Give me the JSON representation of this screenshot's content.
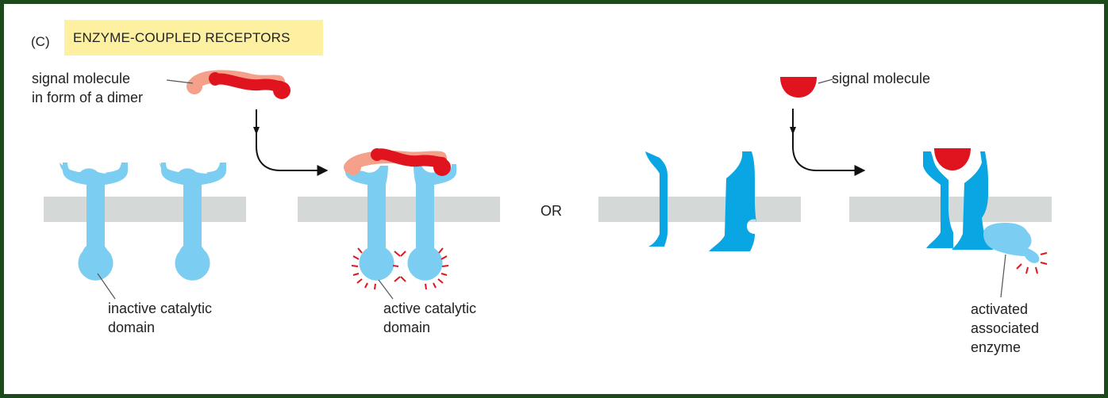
{
  "panel": {
    "letter": "(C)",
    "title": "ENZYME-COUPLED RECEPTORS"
  },
  "labels": {
    "signal_dimer": [
      "signal molecule",
      "in form of a dimer"
    ],
    "signal_molecule": "signal molecule",
    "inactive_domain": [
      "inactive catalytic",
      "domain"
    ],
    "active_domain": [
      "active catalytic",
      "domain"
    ],
    "or": "OR",
    "activated_enzyme": [
      "activated",
      "associated",
      "enzyme"
    ]
  },
  "colors": {
    "receptor_light": "#7ccdf2",
    "receptor_dark": "#0aa6e3",
    "signal_red": "#e0141e",
    "signal_pink": "#f4a08a",
    "membrane": "#d4d8d6",
    "spark": "#e0141e",
    "title_bg": "#fdf0a0",
    "frame": "#1d4a1c"
  }
}
